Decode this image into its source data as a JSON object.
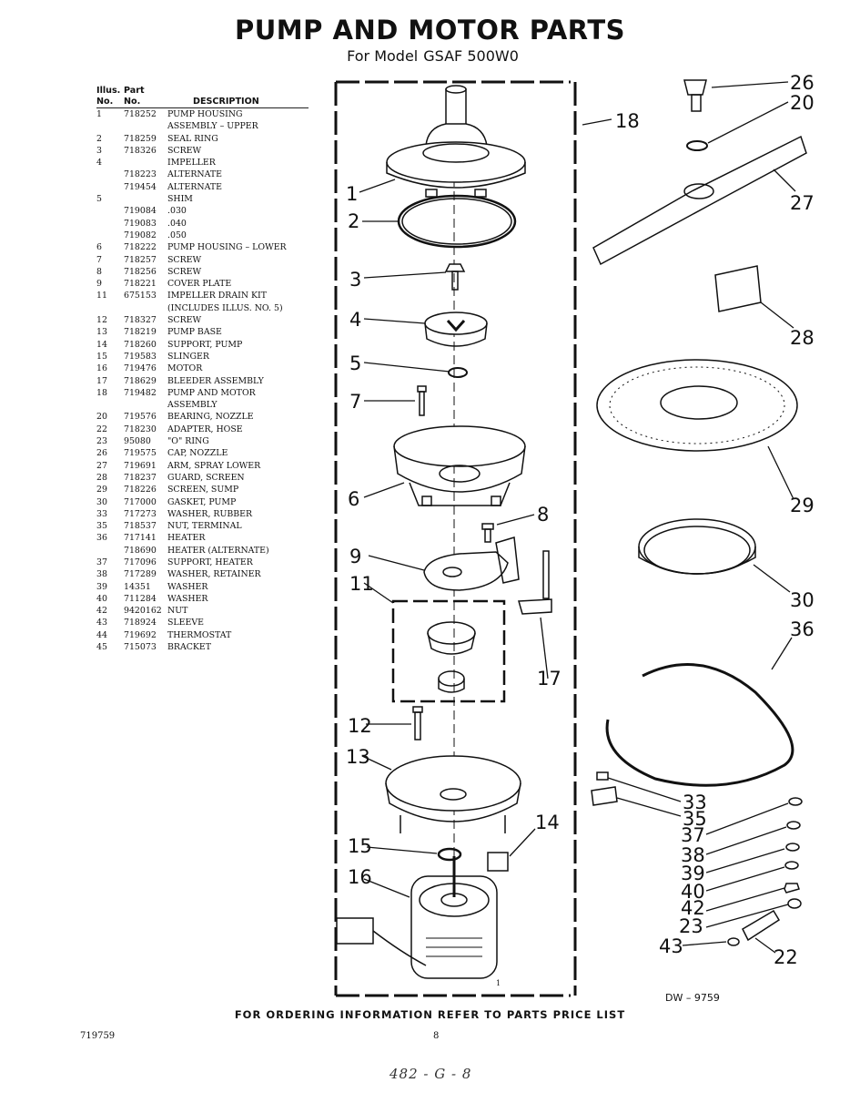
{
  "header": {
    "title": "PUMP AND MOTOR PARTS",
    "subtitle_prefix": "For Model",
    "model": "GSAF 500W0"
  },
  "parts_table": {
    "col1_top": "Illus.",
    "col1_bottom": "No.",
    "col2_top": "Part",
    "col2_bottom": "No.",
    "col3": "DESCRIPTION",
    "rows": [
      {
        "illus": "1",
        "part": "718252",
        "desc": "PUMP HOUSING"
      },
      {
        "illus": "",
        "part": "",
        "desc": "ASSEMBLY – UPPER"
      },
      {
        "illus": "2",
        "part": "718259",
        "desc": "SEAL RING"
      },
      {
        "illus": "3",
        "part": "718326",
        "desc": "SCREW"
      },
      {
        "illus": "4",
        "part": "",
        "desc": "IMPELLER"
      },
      {
        "illus": "",
        "part": "718223",
        "desc": "ALTERNATE"
      },
      {
        "illus": "",
        "part": "719454",
        "desc": "ALTERNATE"
      },
      {
        "illus": "5",
        "part": "",
        "desc": "SHIM"
      },
      {
        "illus": "",
        "part": "719084",
        "desc": ".030"
      },
      {
        "illus": "",
        "part": "719083",
        "desc": ".040"
      },
      {
        "illus": "",
        "part": "719082",
        "desc": ".050"
      },
      {
        "illus": "6",
        "part": "718222",
        "desc": "PUMP HOUSING – LOWER"
      },
      {
        "illus": "7",
        "part": "718257",
        "desc": "SCREW"
      },
      {
        "illus": "8",
        "part": "718256",
        "desc": "SCREW"
      },
      {
        "illus": "9",
        "part": "718221",
        "desc": "COVER PLATE"
      },
      {
        "illus": "11",
        "part": "675153",
        "desc": "IMPELLER DRAIN KIT"
      },
      {
        "illus": "",
        "part": "",
        "desc": "(INCLUDES ILLUS. NO. 5)"
      },
      {
        "illus": "12",
        "part": "718327",
        "desc": "SCREW"
      },
      {
        "illus": "13",
        "part": "718219",
        "desc": "PUMP BASE"
      },
      {
        "illus": "14",
        "part": "718260",
        "desc": "SUPPORT, PUMP"
      },
      {
        "illus": "15",
        "part": "719583",
        "desc": "SLINGER"
      },
      {
        "illus": "16",
        "part": "719476",
        "desc": "MOTOR"
      },
      {
        "illus": "17",
        "part": "718629",
        "desc": "BLEEDER ASSEMBLY"
      },
      {
        "illus": "18",
        "part": "719482",
        "desc": "PUMP AND MOTOR"
      },
      {
        "illus": "",
        "part": "",
        "desc": "ASSEMBLY"
      },
      {
        "illus": "20",
        "part": "719576",
        "desc": "BEARING, NOZZLE"
      },
      {
        "illus": "22",
        "part": "718230",
        "desc": "ADAPTER, HOSE"
      },
      {
        "illus": "23",
        "part": "95080",
        "desc": "\"O\" RING"
      },
      {
        "illus": "26",
        "part": "719575",
        "desc": "CAP, NOZZLE"
      },
      {
        "illus": "27",
        "part": "719691",
        "desc": "ARM, SPRAY LOWER"
      },
      {
        "illus": "28",
        "part": "718237",
        "desc": "GUARD, SCREEN"
      },
      {
        "illus": "29",
        "part": "718226",
        "desc": "SCREEN, SUMP"
      },
      {
        "illus": "30",
        "part": "717000",
        "desc": "GASKET, PUMP"
      },
      {
        "illus": "33",
        "part": "717273",
        "desc": "WASHER, RUBBER"
      },
      {
        "illus": "35",
        "part": "718537",
        "desc": "NUT, TERMINAL"
      },
      {
        "illus": "36",
        "part": "717141",
        "desc": "HEATER"
      },
      {
        "illus": "",
        "part": "718690",
        "desc": "HEATER (ALTERNATE)"
      },
      {
        "illus": "37",
        "part": "717096",
        "desc": "SUPPORT, HEATER"
      },
      {
        "illus": "38",
        "part": "717289",
        "desc": "WASHER, RETAINER"
      },
      {
        "illus": "39",
        "part": "14351",
        "desc": "WASHER"
      },
      {
        "illus": "40",
        "part": "711284",
        "desc": "WASHER"
      },
      {
        "illus": "42",
        "part": "9420162",
        "desc": "NUT"
      },
      {
        "illus": "43",
        "part": "718924",
        "desc": "SLEEVE"
      },
      {
        "illus": "44",
        "part": "719692",
        "desc": "THERMOSTAT"
      },
      {
        "illus": "45",
        "part": "715073",
        "desc": "BRACKET"
      }
    ]
  },
  "diagram": {
    "callouts": [
      "1",
      "2",
      "3",
      "4",
      "5",
      "6",
      "7",
      "8",
      "9",
      "11",
      "12",
      "13",
      "14",
      "15",
      "16",
      "17",
      "18",
      "20",
      "22",
      "23",
      "26",
      "27",
      "28",
      "29",
      "30",
      "33",
      "35",
      "36",
      "37",
      "38",
      "39",
      "40",
      "42",
      "43"
    ],
    "small_mark": "1"
  },
  "drawing_number": "DW – 9759",
  "footer": "FOR ORDERING INFORMATION REFER TO PARTS PRICE LIST",
  "doc_number": "719759",
  "page_number": "8",
  "handwritten": "482 - G - 8"
}
